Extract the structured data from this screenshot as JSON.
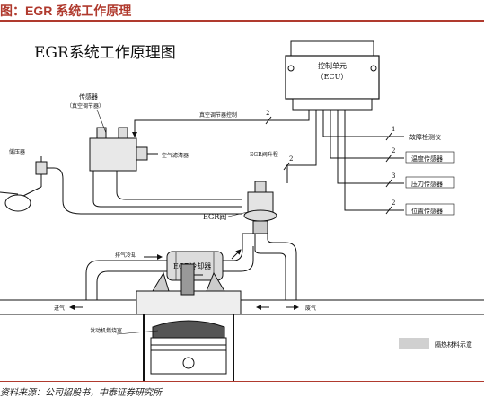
{
  "header": {
    "title": "图：EGR 系统工作原理"
  },
  "diagram": {
    "title": "EGR系统工作原理图",
    "labels": {
      "ecu_line1": "控制单元",
      "ecu_line2": "（ECU）",
      "sensor_line1": "传感器",
      "sensor_line2": "（真空调节器）",
      "vacuum_control": "真空调节器控制",
      "num_vacuum": "2",
      "air_filter": "空气滤清器",
      "vacuum_reservoir": "储压器",
      "egr_position": "EGR阀升程",
      "num_egr": "2",
      "fault_tester": "故障检测仪",
      "num_fault": "1",
      "temp_sensor": "温度传感器",
      "num_temp": "2",
      "pressure_sensor": "压力传感器",
      "num_pressure": "3",
      "position_sensor": "位置传感器",
      "num_position": "2",
      "egr_valve": "EGR阀",
      "egr_cooler": "EGR冷却器",
      "exhaust_cooling": "排气冷却",
      "intake_air": "进气",
      "exhaust_out": "废气",
      "combustion": "发动机燃烧室",
      "legend_text": "隔热材料示意"
    }
  },
  "footer": {
    "source": "资料来源：公司招股书，中泰证券研究所"
  }
}
